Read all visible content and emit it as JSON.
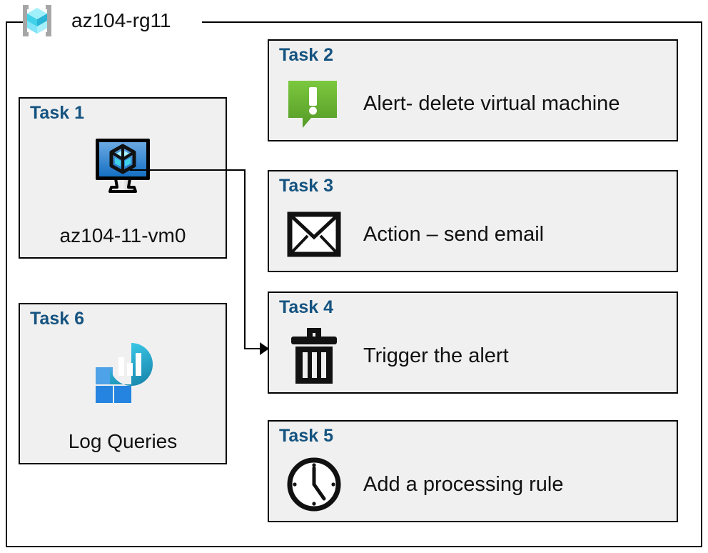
{
  "resource_group": {
    "icon": "resource-group-cube-icon",
    "title": "az104-rg11"
  },
  "tasks": [
    {
      "id": "task-1",
      "label": "Task 1",
      "icon": "virtual-machine-icon",
      "caption": "az104-11-vm0",
      "column": "left"
    },
    {
      "id": "task-2",
      "label": "Task 2",
      "icon": "alert-bubble-icon",
      "caption": "Alert- delete virtual machine",
      "column": "right"
    },
    {
      "id": "task-3",
      "label": "Task 3",
      "icon": "envelope-icon",
      "caption": "Action – send email",
      "column": "right"
    },
    {
      "id": "task-4",
      "label": "Task 4",
      "icon": "trash-can-icon",
      "caption": "Trigger the alert",
      "column": "right"
    },
    {
      "id": "task-5",
      "label": "Task 5",
      "icon": "clock-icon",
      "caption": "Add a processing rule",
      "column": "right"
    },
    {
      "id": "task-6",
      "label": "Task 6",
      "icon": "log-analytics-icon",
      "caption": "Log Queries",
      "column": "left"
    }
  ],
  "connector": {
    "from": "task-1",
    "to": "task-4",
    "arrow": "arrow-right"
  },
  "colors": {
    "task_label": "#155380",
    "box_fill": "#f0f0f0",
    "box_border": "#000000",
    "alert_green_light": "#79c143",
    "alert_green_dark": "#549a26",
    "vm_blue_light": "#64a6e0",
    "vm_blue_dark": "#1570c4",
    "cube_cyan_light": "#9ff0fb",
    "cube_cyan_dark": "#3fd2e8",
    "log_square_light": "#4da2e8",
    "log_square_dark": "#2484e0",
    "log_drop_light": "#33c7ea",
    "log_drop_dark": "#1b8db0",
    "rg_bracket_gray": "#a6a6a6",
    "text": "#111111"
  }
}
